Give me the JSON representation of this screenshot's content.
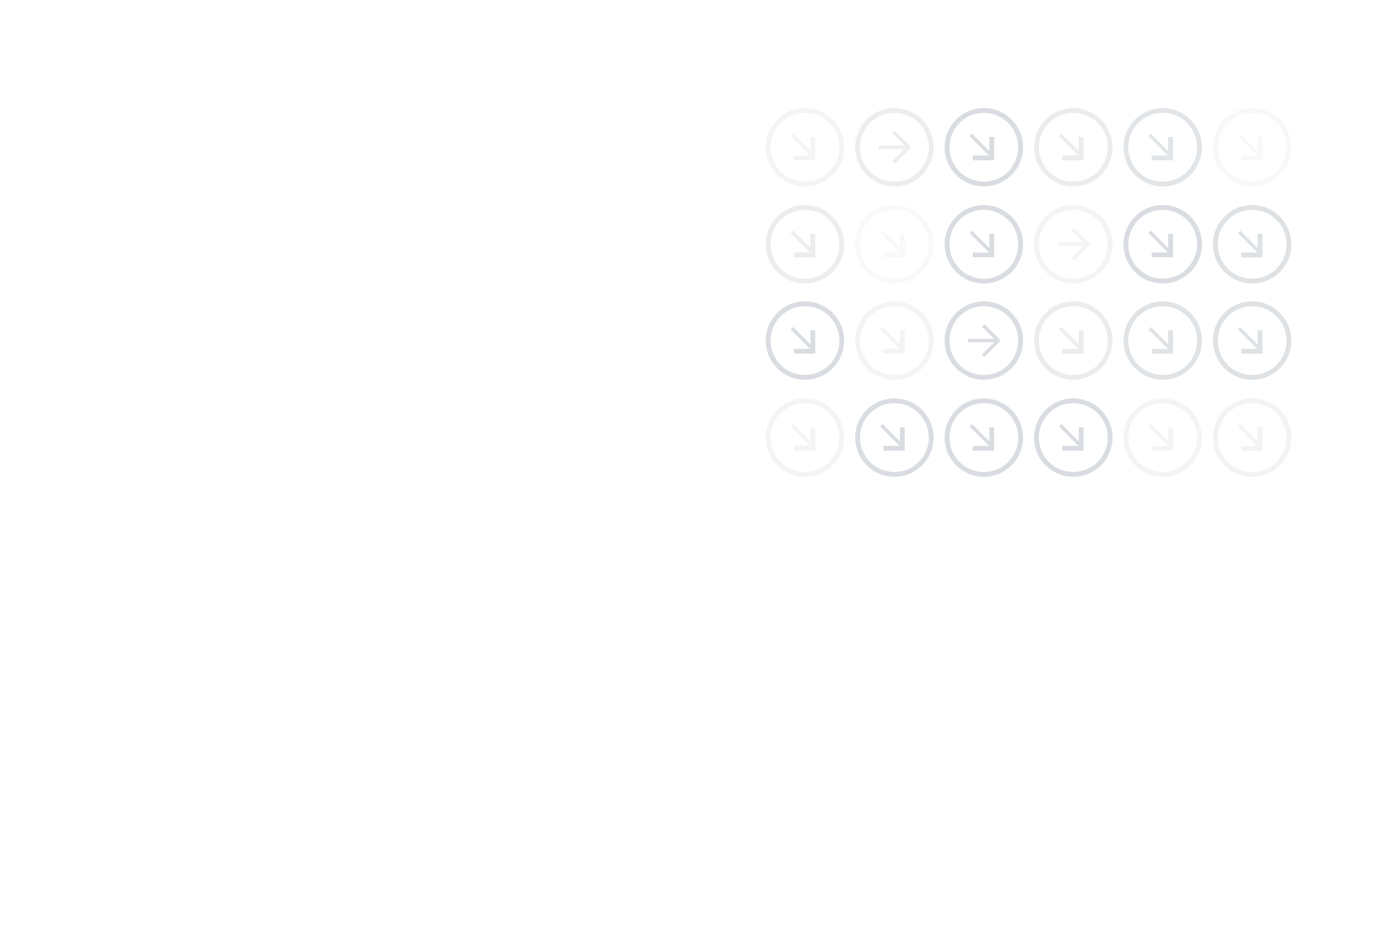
{
  "icon_color": "#d9dde1",
  "icons": [
    [
      {
        "icon": "arrow-down-right-circle-icon",
        "opacity": 0.3
      },
      {
        "icon": "arrow-right-circle-icon",
        "opacity": 0.5
      },
      {
        "icon": "arrow-down-right-circle-icon",
        "opacity": 1
      },
      {
        "icon": "arrow-down-right-circle-icon",
        "opacity": 0.55
      },
      {
        "icon": "arrow-down-right-circle-icon",
        "opacity": 0.75
      },
      {
        "icon": "arrow-down-right-circle-icon",
        "opacity": 0.2
      }
    ],
    [
      {
        "icon": "arrow-down-right-circle-icon",
        "opacity": 0.5
      },
      {
        "icon": "arrow-down-right-circle-icon",
        "opacity": 0.15
      },
      {
        "icon": "arrow-down-right-circle-icon",
        "opacity": 1
      },
      {
        "icon": "arrow-right-circle-icon",
        "opacity": 0.3
      },
      {
        "icon": "arrow-down-right-circle-icon",
        "opacity": 1
      },
      {
        "icon": "arrow-down-right-circle-icon",
        "opacity": 0.85
      }
    ],
    [
      {
        "icon": "arrow-down-right-circle-icon",
        "opacity": 1
      },
      {
        "icon": "arrow-down-right-circle-icon",
        "opacity": 0.3
      },
      {
        "icon": "arrow-right-circle-icon",
        "opacity": 1
      },
      {
        "icon": "arrow-down-right-circle-icon",
        "opacity": 0.55
      },
      {
        "icon": "arrow-down-right-circle-icon",
        "opacity": 0.8
      },
      {
        "icon": "arrow-down-right-circle-icon",
        "opacity": 0.85
      }
    ],
    [
      {
        "icon": "arrow-down-right-circle-icon",
        "opacity": 0.3
      },
      {
        "icon": "arrow-down-right-circle-icon",
        "opacity": 1
      },
      {
        "icon": "arrow-down-right-circle-icon",
        "opacity": 1
      },
      {
        "icon": "arrow-down-right-circle-icon",
        "opacity": 1
      },
      {
        "icon": "arrow-down-right-circle-icon",
        "opacity": 0.3
      },
      {
        "icon": "arrow-down-right-circle-icon",
        "opacity": 0.35
      }
    ]
  ]
}
